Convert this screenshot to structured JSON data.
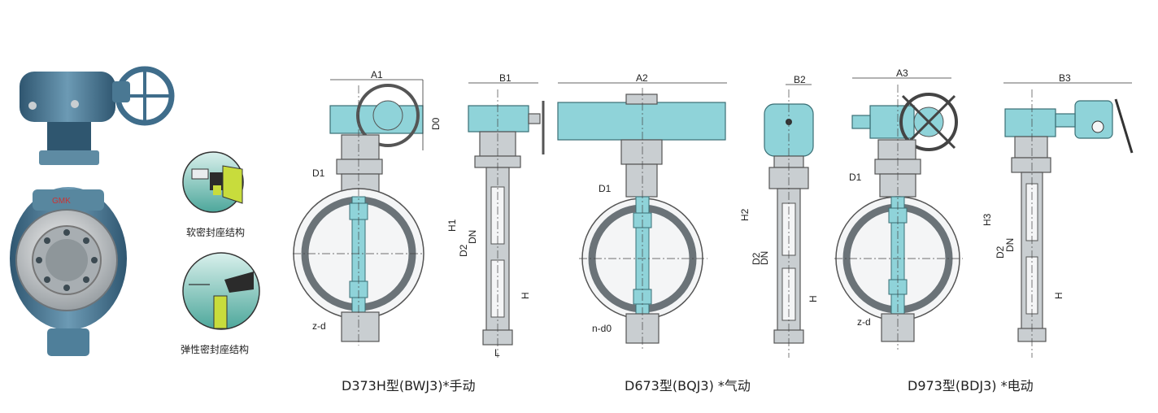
{
  "inset": {
    "soft_seat_label": "软密封座结构",
    "elastic_seat_label": "弹性密封座结构"
  },
  "models": [
    {
      "caption": "D373H型(BWJ3)*手动",
      "front_width": "A1",
      "side_width": "B1",
      "height": "H1",
      "top_height": "D0",
      "disc": "D1",
      "bolts": "z-d"
    },
    {
      "caption": "D673型(BQJ3) *气动",
      "front_width": "A2",
      "side_width": "B2",
      "height": "H2",
      "disc": "D1",
      "bolts": "n-d0"
    },
    {
      "caption": "D973型(BDJ3) *电动",
      "front_width": "A3",
      "side_width": "B3",
      "height": "H3",
      "disc": "D1",
      "bolts": "z-d"
    }
  ],
  "common_dims": {
    "d2": "D2",
    "dn": "DN",
    "h": "H",
    "l": "L"
  },
  "photo": {
    "logo": "GMK"
  },
  "colors": {
    "body": "#8fd3d9",
    "steel": "#c9ced1",
    "valve_blue": "#4f7f9a",
    "seal_green": "#c8dc3c"
  }
}
